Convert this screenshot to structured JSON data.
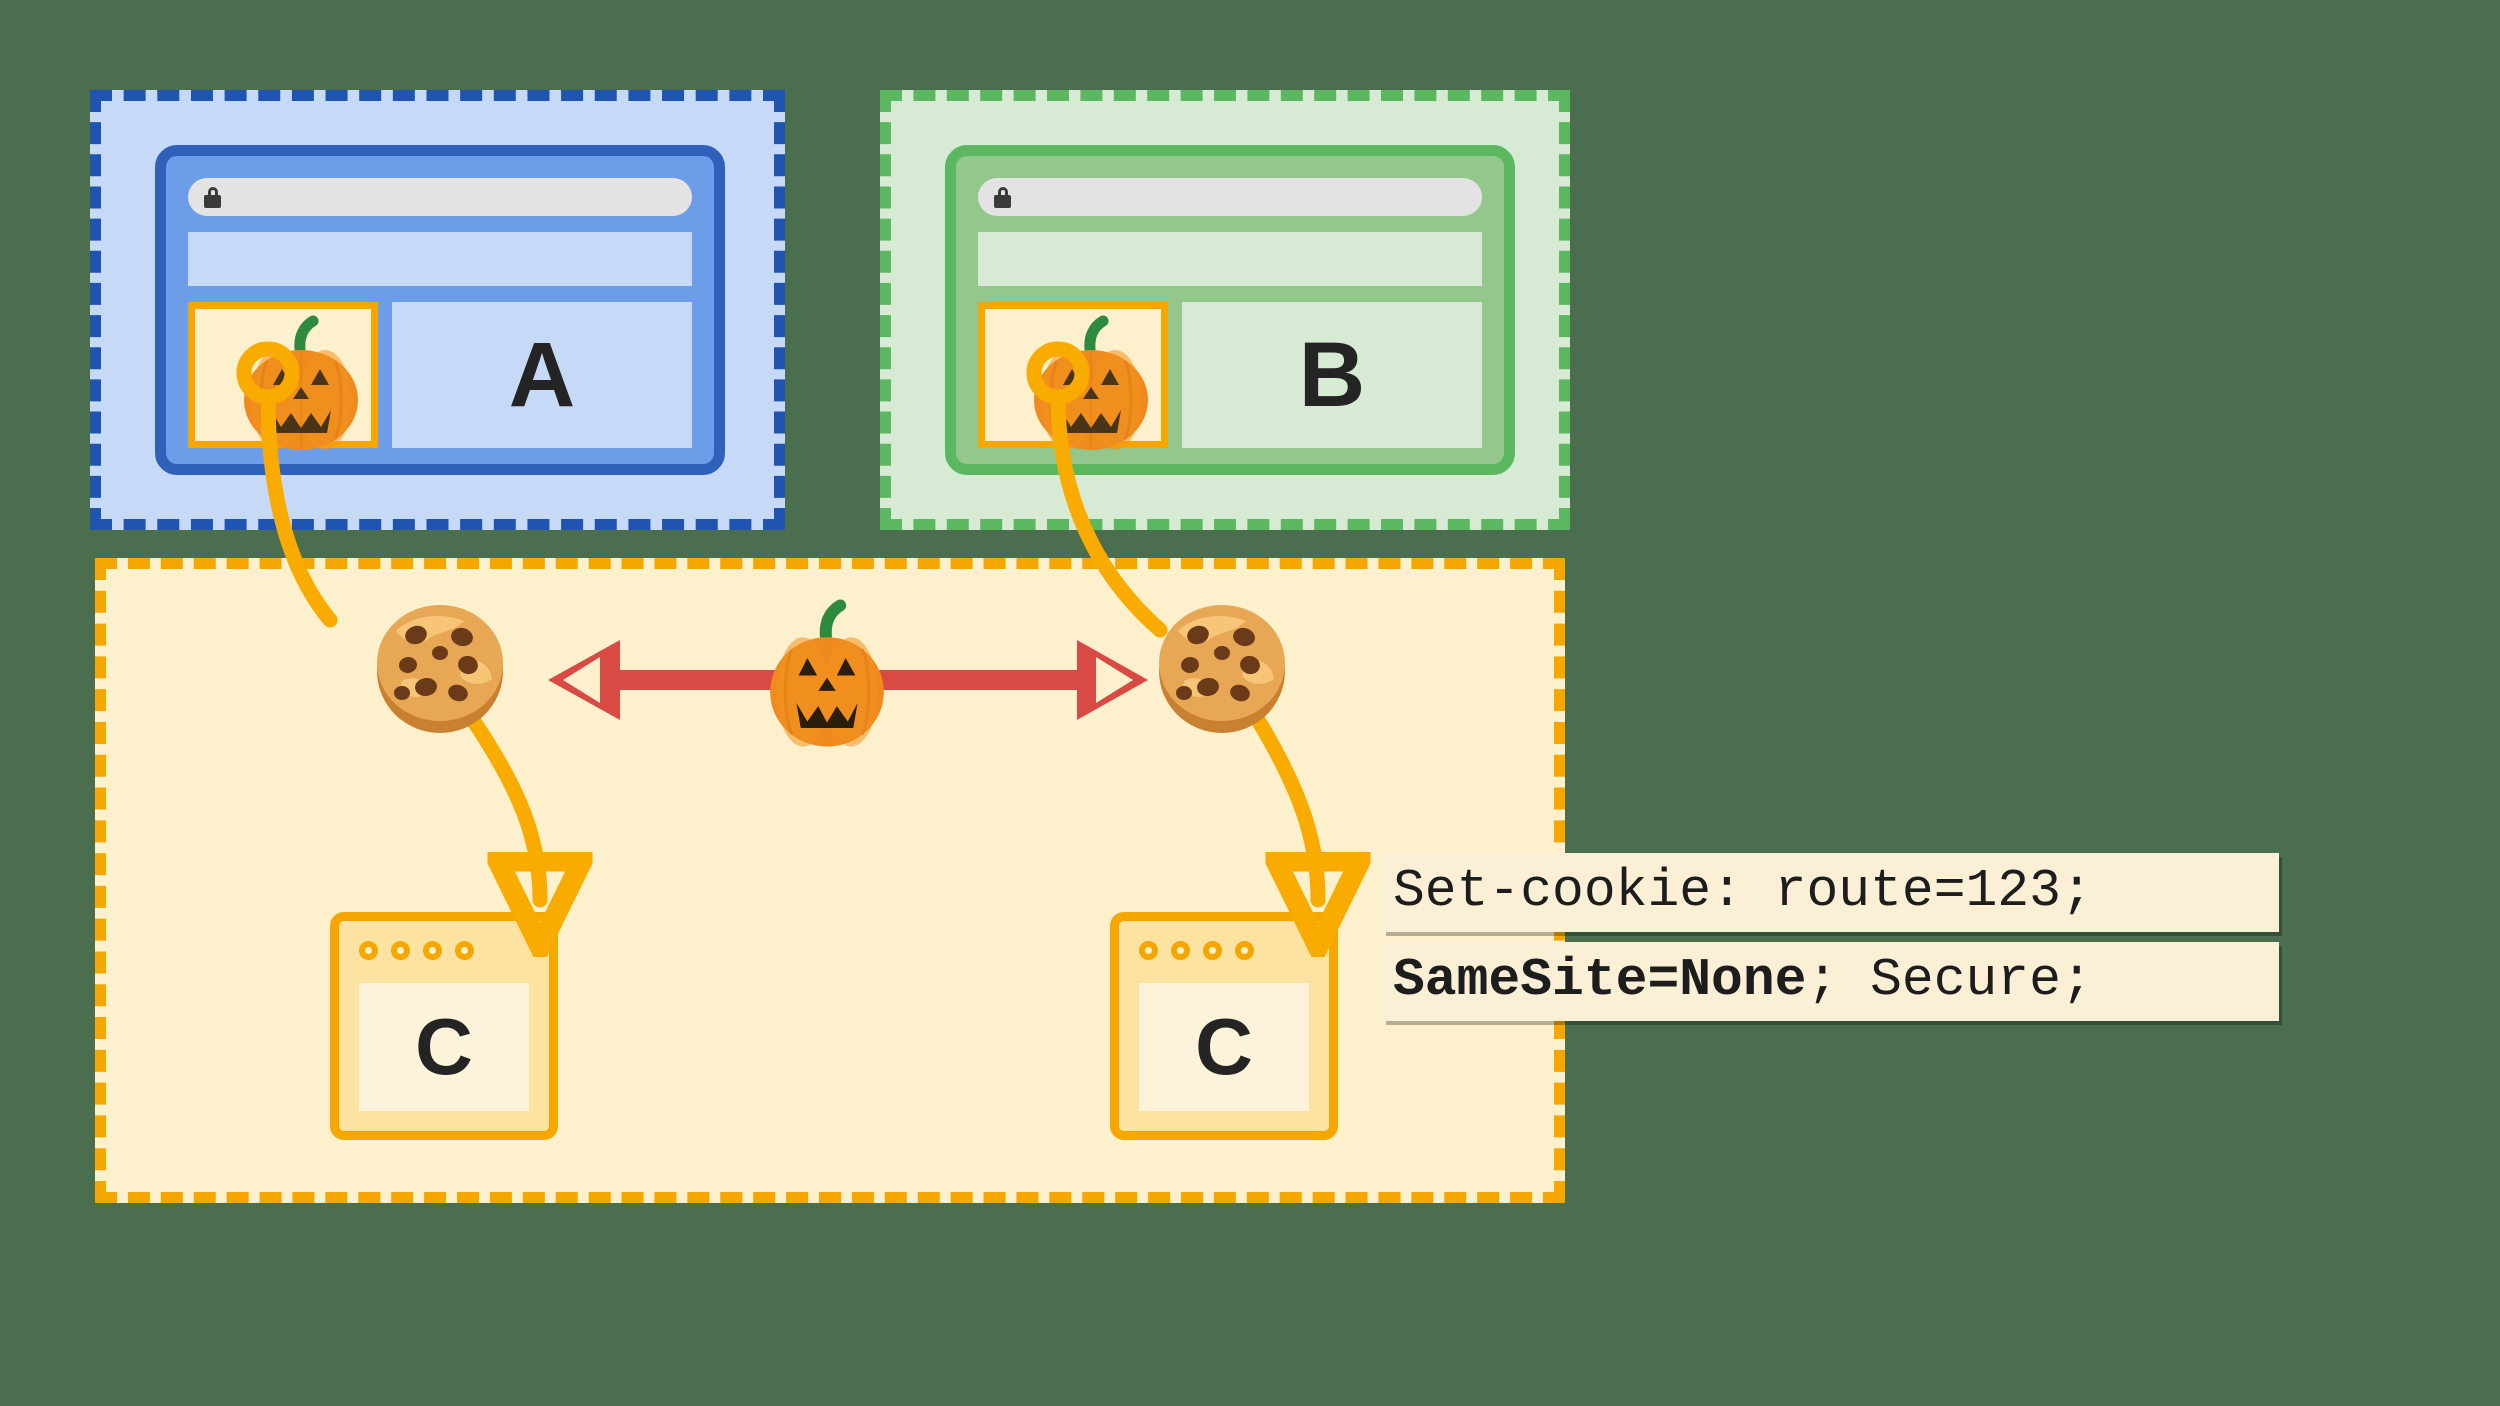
{
  "diagram": {
    "title": "SameSite=None cross-site cookie diagram",
    "colors": {
      "site_a_border": "#1f55b0",
      "site_a_fill": "#c6d9f7",
      "site_b_border": "#5cb860",
      "site_b_fill": "#d7ead4",
      "site_c_border": "#f5a700",
      "site_c_fill": "#fdf0cd",
      "arrow_red": "#d94a44",
      "cookie_arrow": "#f9ab00",
      "text_dark": "#242424"
    }
  },
  "site_a": {
    "label": "A",
    "context_name": "site-a-context",
    "lock_icon": "lock-icon",
    "embed_icon": "pumpkin-icon",
    "address_placeholder": ""
  },
  "site_b": {
    "label": "B",
    "context_name": "site-b-context",
    "lock_icon": "lock-icon",
    "embed_icon": "pumpkin-icon",
    "address_placeholder": ""
  },
  "site_c": {
    "context_name": "site-c-context",
    "servers": [
      {
        "label": "C",
        "name": "server-c-left"
      },
      {
        "label": "C",
        "name": "server-c-right"
      }
    ],
    "cookies": [
      {
        "name": "cookie-left",
        "icon": "cookie-icon"
      },
      {
        "name": "cookie-right",
        "icon": "cookie-icon"
      }
    ],
    "shared_icon": "pumpkin-icon",
    "bidirectional_arrow": "double-headed-arrow"
  },
  "code_annotation": {
    "line1": "Set-cookie: route=123;",
    "line2_bold": "SameSite=None",
    "line2_rest": "; Secure;"
  }
}
